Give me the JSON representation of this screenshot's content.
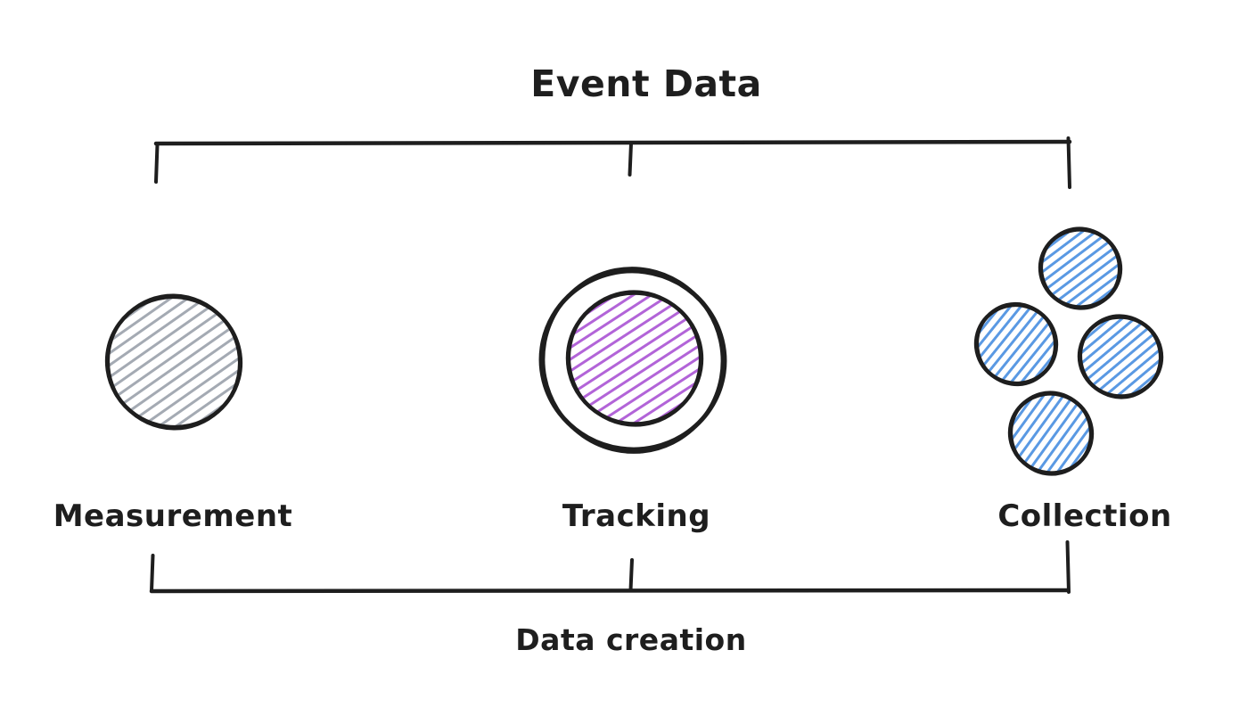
{
  "diagram": {
    "title": "Event Data",
    "bottom_label": "Data creation",
    "groups": [
      {
        "label": "Measurement",
        "shape": "hatched-circle",
        "circle_count": 1,
        "hatch_color": "#a4aab3"
      },
      {
        "label": "Tracking",
        "shape": "circle-in-ring",
        "circle_count": 1,
        "hatch_color": "#b264d8"
      },
      {
        "label": "Collection",
        "shape": "circle-cluster",
        "circle_count": 4,
        "hatch_color": "#5a99e3"
      }
    ],
    "colors": {
      "ink": "#1e1e1e",
      "background": "#ffffff",
      "measurement_hatch": "#a4aab3",
      "tracking_hatch": "#b264d8",
      "collection_hatch": "#5a99e3"
    }
  }
}
